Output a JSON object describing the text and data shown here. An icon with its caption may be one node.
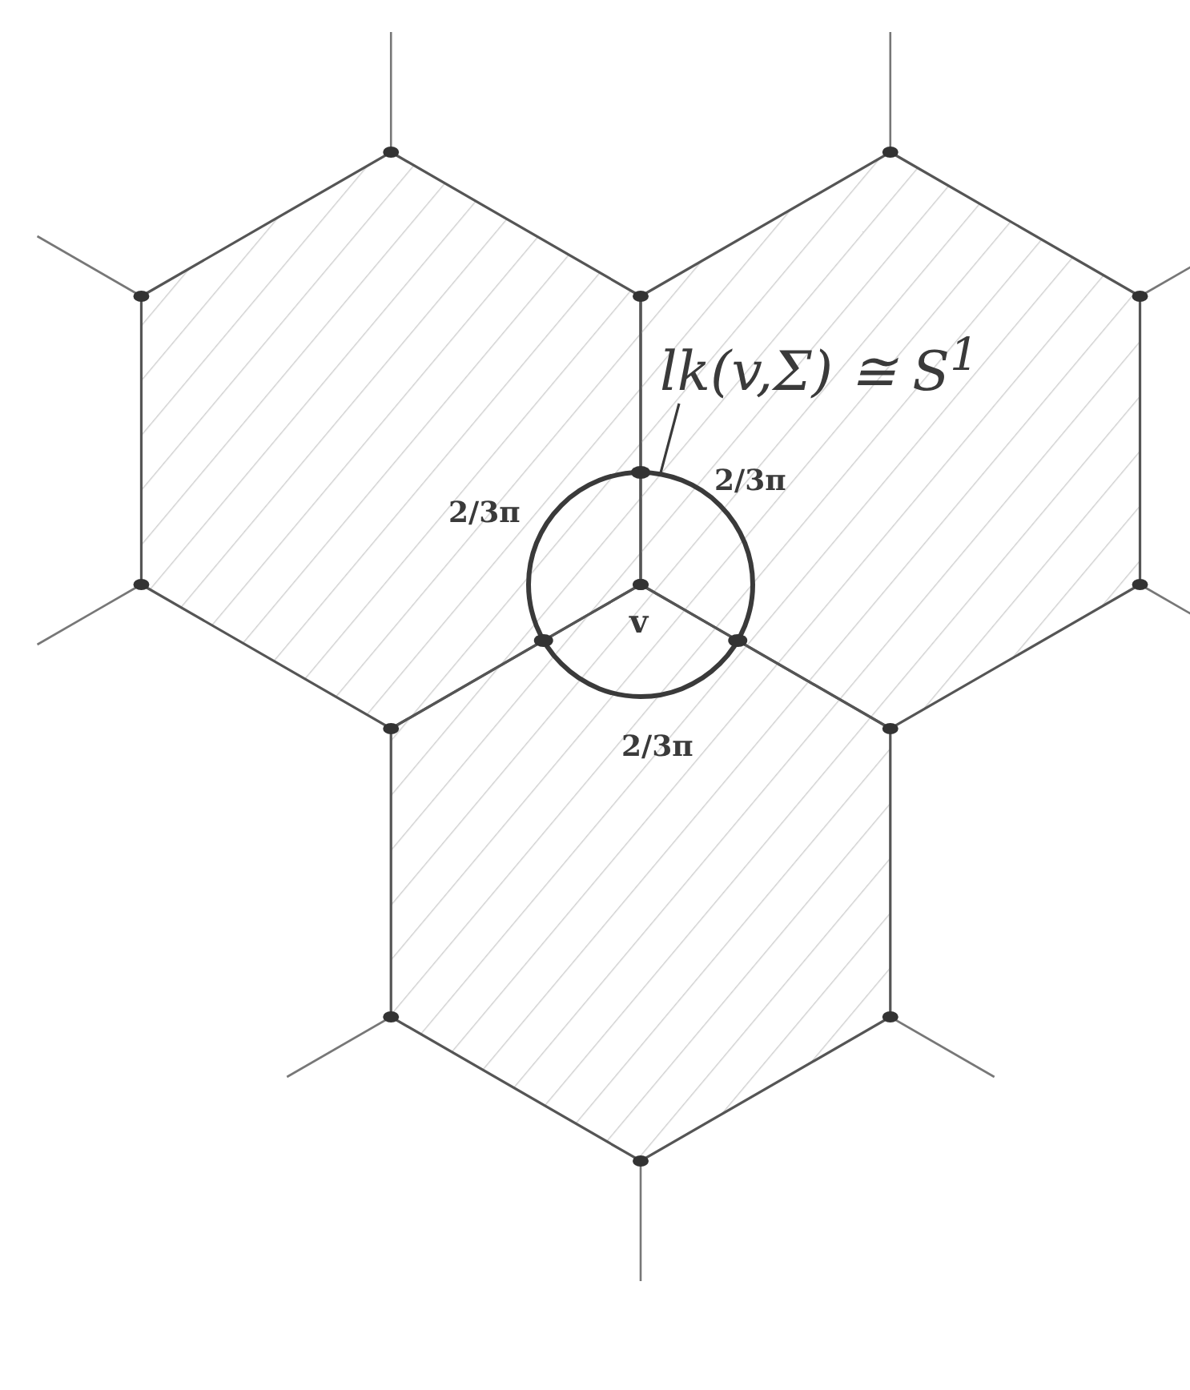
{
  "diagram": {
    "nodes": [
      {
        "text": [
          "lk(v,Σ) ≅ S$^{1}$"
        ]
      },
      {
        "text": [],
        "shape": "circle"
      }
    ],
    "edges": [
      {
        "from": 0,
        "to": 1,
        "arrow": "none"
      }
    ],
    "labels": [
      "2/3π",
      "2/3π",
      "v",
      "2/3π"
    ]
  }
}
